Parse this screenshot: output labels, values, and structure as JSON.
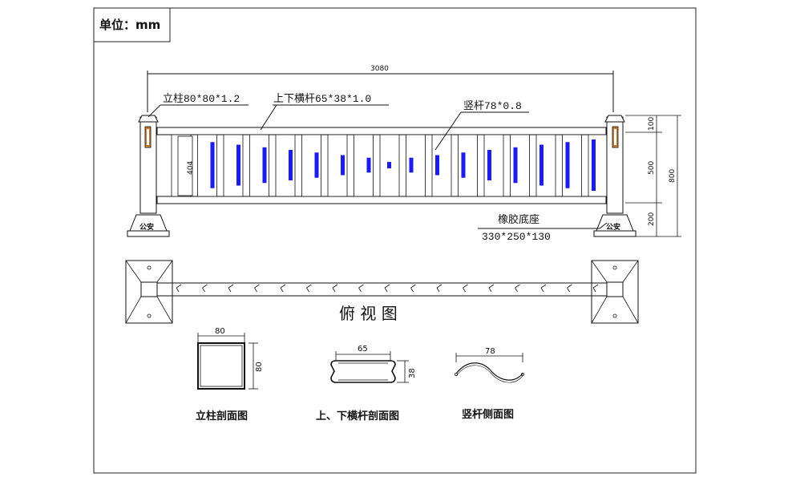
{
  "unit_label": "单位：mm",
  "elevation": {
    "total_length": "3080",
    "post_label": "立柱80*80*1.2",
    "rail_label": "上下横杆65*38*1.0",
    "picket_label": "竖杆78*0.8",
    "picket_height": "404",
    "dim_top": "100",
    "dim_middle": "500",
    "dim_bottom": "200",
    "dim_overall": "800",
    "base_label": "橡胶底座",
    "base_size": "330*250*130",
    "base_badge": "公安"
  },
  "plan_view": {
    "title": "俯 视 图"
  },
  "sections": {
    "post": {
      "width": "80",
      "height": "80",
      "title": "立柱剖面图"
    },
    "rail": {
      "width": "65",
      "height": "38",
      "title": "上、下横杆剖面图"
    },
    "picket": {
      "width": "78",
      "title": "竖杆侧面图"
    }
  },
  "colors": {
    "line": "#111111",
    "picket_blue": "#1a1aff",
    "post_insert": "#cc7a2c"
  }
}
